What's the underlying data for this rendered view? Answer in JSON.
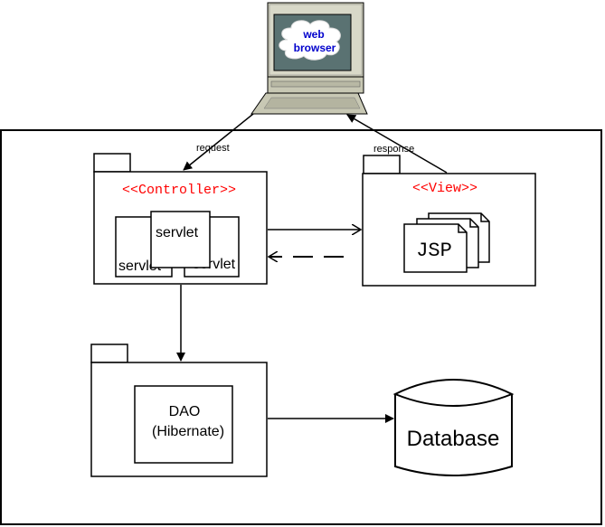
{
  "computer": {
    "screen_text_line1": "web",
    "screen_text_line2": "browser",
    "screen_text_color": "#0000cc",
    "screen_bg_color": "#5a7272"
  },
  "arrows": {
    "request_label": "request",
    "response_label": "response"
  },
  "controller": {
    "stereotype": "<<Controller>>",
    "servlets": [
      "servlet",
      "servlet",
      "servlet"
    ]
  },
  "view": {
    "stereotype": "<<View>>",
    "page_label": "JSP"
  },
  "dao": {
    "line1": "DAO",
    "line2": "(Hibernate)"
  },
  "database": {
    "label": "Database"
  },
  "colors": {
    "stereotype": "#ff0000",
    "stroke": "#000000"
  }
}
